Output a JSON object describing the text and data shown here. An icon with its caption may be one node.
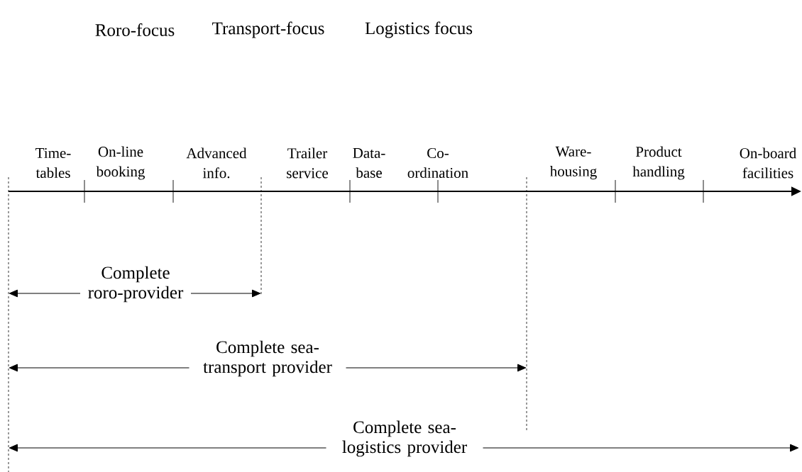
{
  "diagram": {
    "labels": [
      "Roro-focus",
      "Transport-focus",
      "Logistics focus",
      "Time- tables",
      "On-line booking",
      "Advanced info.",
      "Trailer service",
      "Data- base",
      "Co- ordination",
      "Ware- housing",
      "Product handling",
      "On-board facilities",
      "Complete roro-provider",
      "Complete sea- transport provider",
      "Complete sea- logistics provider"
    ]
  }
}
